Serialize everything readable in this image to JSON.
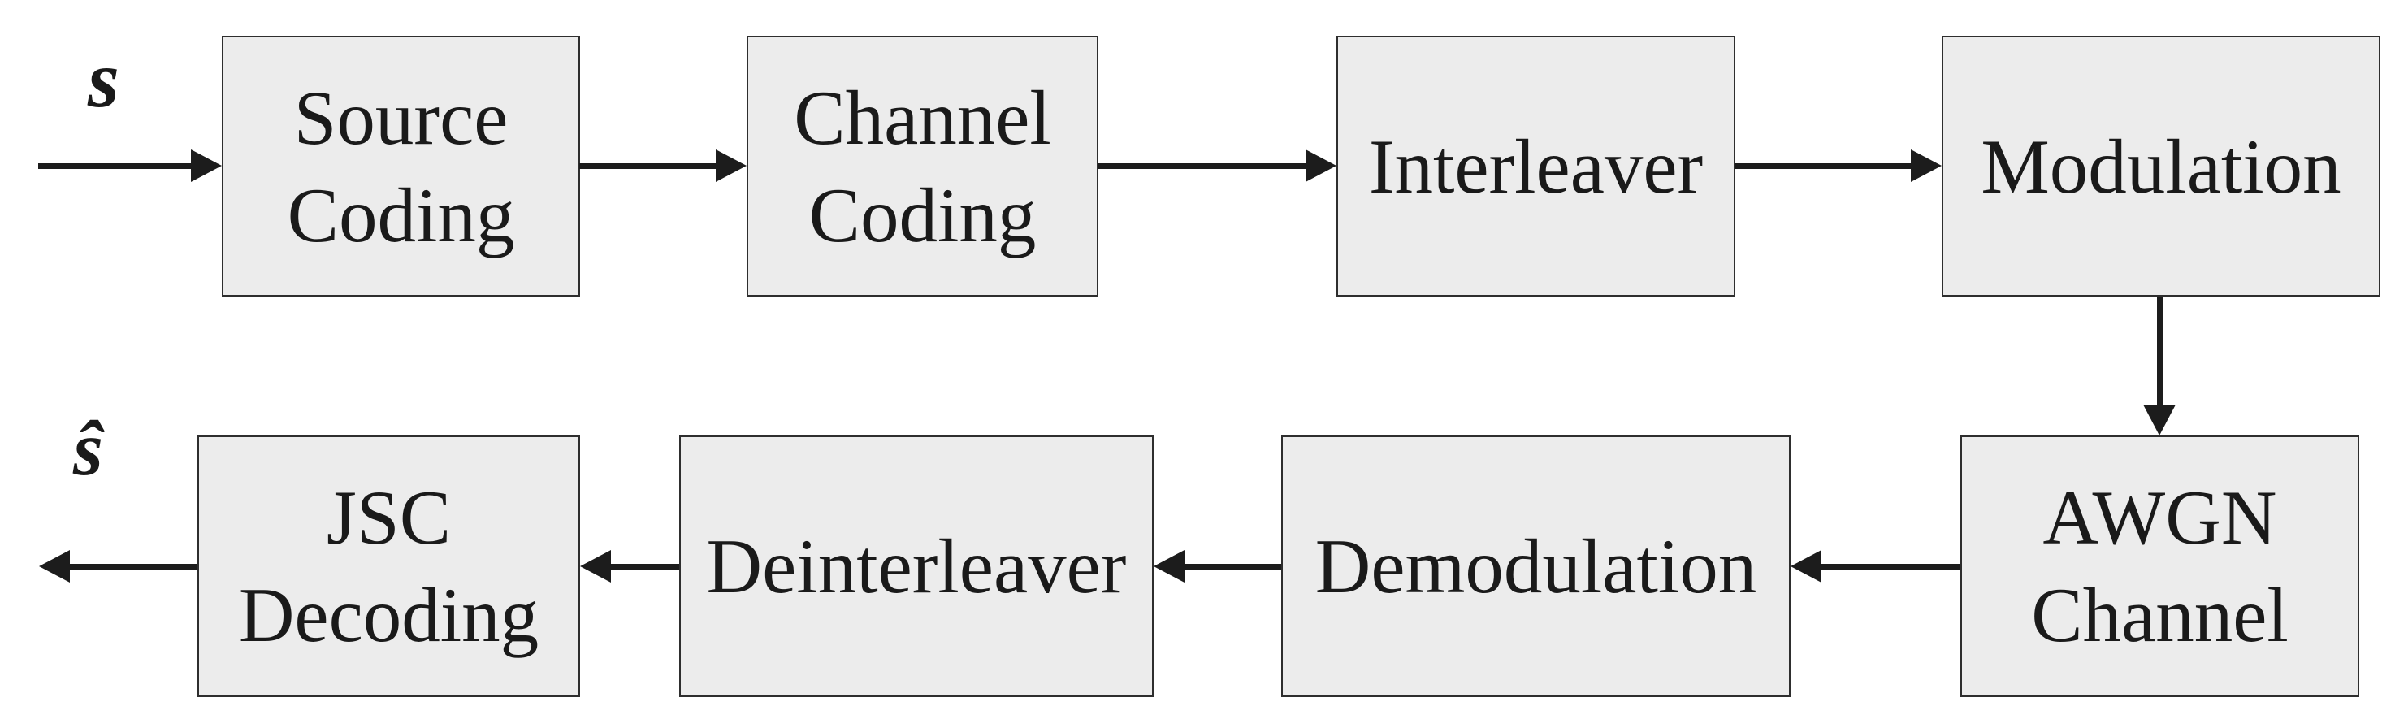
{
  "diagram": {
    "type": "block-diagram",
    "description": "Communication system chain with JSC decoding over an AWGN channel",
    "input_label": "s",
    "output_label": "ŝ",
    "blocks": [
      {
        "id": "source-coding",
        "lines": [
          "Source",
          "Coding"
        ]
      },
      {
        "id": "channel-coding",
        "lines": [
          "Channel",
          "Coding"
        ]
      },
      {
        "id": "interleaver",
        "lines": [
          "Interleaver"
        ]
      },
      {
        "id": "modulation",
        "lines": [
          "Modulation"
        ]
      },
      {
        "id": "awgn-channel",
        "lines": [
          "AWGN",
          "Channel"
        ]
      },
      {
        "id": "demodulation",
        "lines": [
          "Demodulation"
        ]
      },
      {
        "id": "deinterleaver",
        "lines": [
          "Deinterleaver"
        ]
      },
      {
        "id": "jsc-decoding",
        "lines": [
          "JSC",
          "Decoding"
        ]
      }
    ],
    "arrows": [
      {
        "from": "input-s",
        "to": "source-coding",
        "direction": "right"
      },
      {
        "from": "source-coding",
        "to": "channel-coding",
        "direction": "right"
      },
      {
        "from": "channel-coding",
        "to": "interleaver",
        "direction": "right"
      },
      {
        "from": "interleaver",
        "to": "modulation",
        "direction": "right"
      },
      {
        "from": "modulation",
        "to": "awgn-channel",
        "direction": "down"
      },
      {
        "from": "awgn-channel",
        "to": "demodulation",
        "direction": "left"
      },
      {
        "from": "demodulation",
        "to": "deinterleaver",
        "direction": "left"
      },
      {
        "from": "deinterleaver",
        "to": "jsc-decoding",
        "direction": "left"
      },
      {
        "from": "jsc-decoding",
        "to": "output-s-hat",
        "direction": "left"
      }
    ],
    "colors": {
      "background": "#ffffff",
      "box_fill": "#ececec",
      "box_border": "#2e2e2e",
      "arrow": "#1c1c1c",
      "text": "#1a1a1a"
    }
  }
}
